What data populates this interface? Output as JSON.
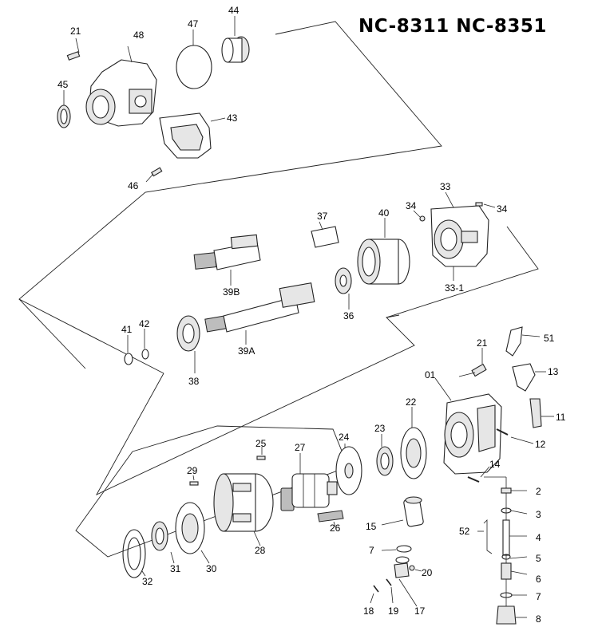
{
  "title": "NC-8311 NC-8351",
  "labels": {
    "p01": "01",
    "p2": "2",
    "p3": "3",
    "p4": "4",
    "p5": "5",
    "p6": "6",
    "p7a": "7",
    "p7b": "7",
    "p8": "8",
    "p11": "11",
    "p12": "12",
    "p13": "13",
    "p14": "14",
    "p15": "15",
    "p17": "17",
    "p18": "18",
    "p19": "19",
    "p20": "20",
    "p21a": "21",
    "p21b": "21",
    "p22": "22",
    "p23": "23",
    "p24": "24",
    "p25": "25",
    "p26": "26",
    "p27": "27",
    "p28": "28",
    "p29": "29",
    "p30": "30",
    "p31": "31",
    "p32": "32",
    "p33": "33",
    "p33_1": "33-1",
    "p34a": "34",
    "p34b": "34",
    "p36": "36",
    "p37": "37",
    "p38": "38",
    "p39A": "39A",
    "p39B": "39B",
    "p40": "40",
    "p41": "41",
    "p42": "42",
    "p43": "43",
    "p44": "44",
    "p45": "45",
    "p46": "46",
    "p47": "47",
    "p48": "48",
    "p51": "51",
    "p52": "52"
  }
}
